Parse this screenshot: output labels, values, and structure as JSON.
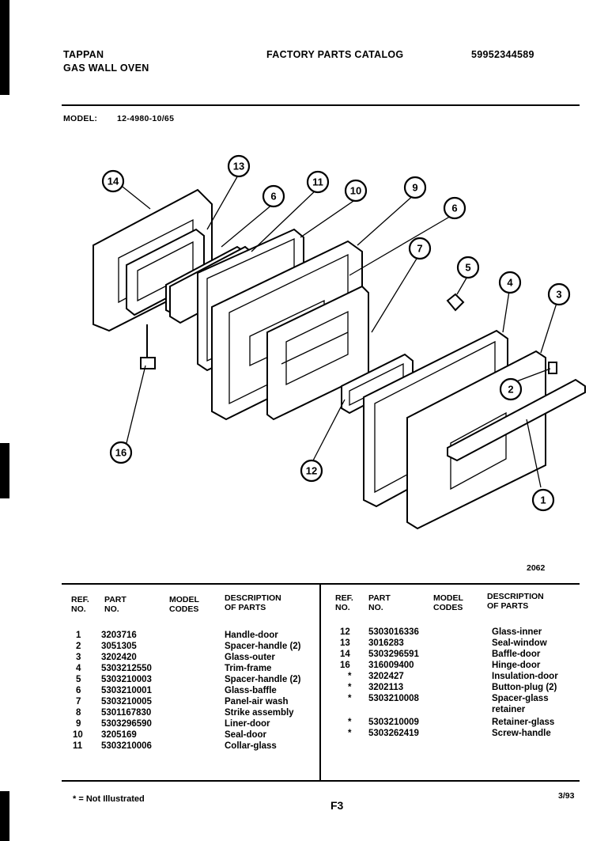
{
  "header": {
    "brand": "TAPPAN",
    "product": "GAS WALL OVEN",
    "catalog_title": "FACTORY PARTS CATALOG",
    "catalog_number": "5995234458​9",
    "model_label": "MODEL:",
    "model_number": "12-4980-10/65"
  },
  "diagram": {
    "callouts": [
      "1",
      "2",
      "3",
      "4",
      "5",
      "6",
      "6",
      "7",
      "9",
      "10",
      "11",
      "12",
      "13",
      "14",
      "16"
    ],
    "figure_number": "2062"
  },
  "table": {
    "headers": {
      "ref_no": "REF.\nNO.",
      "part_no": "PART\nNO.",
      "model_codes": "MODEL\nCODES",
      "description": "DESCRIPTION\nOF PARTS"
    },
    "left_rows": [
      {
        "ref": "1",
        "part": "3203716",
        "desc": "Handle-door"
      },
      {
        "ref": "2",
        "part": "3051305",
        "desc": "Spacer-handle  (2)"
      },
      {
        "ref": "3",
        "part": "3202420",
        "desc": "Glass-outer"
      },
      {
        "ref": "4",
        "part": "5303212550",
        "desc": "Trim-frame"
      },
      {
        "ref": "5",
        "part": "5303210003",
        "desc": "Spacer-handle  (2)"
      },
      {
        "ref": "6",
        "part": "5303210001",
        "desc": "Glass-baffle"
      },
      {
        "ref": "7",
        "part": "5303210005",
        "desc": "Panel-air  wash"
      },
      {
        "ref": "8",
        "part": "5301167830",
        "desc": "Strike  assembly"
      },
      {
        "ref": "9",
        "part": "5303296590",
        "desc": "Liner-door"
      },
      {
        "ref": "10",
        "part": "3205169",
        "desc": "Seal-door"
      },
      {
        "ref": "11",
        "part": "5303210006",
        "desc": "Collar-glass"
      }
    ],
    "right_rows": [
      {
        "ref": "12",
        "part": "5303016336",
        "desc": "Glass-inner"
      },
      {
        "ref": "13",
        "part": "3016283",
        "desc": "Seal-window"
      },
      {
        "ref": "14",
        "part": "5303296591",
        "desc": "Baffle-door"
      },
      {
        "ref": "16",
        "part": "316009400",
        "desc": "Hinge-door"
      },
      {
        "ref": "*",
        "part": "3202427",
        "desc": "Insulation-door"
      },
      {
        "ref": "*",
        "part": "3202113",
        "desc": "Button-plug  (2)"
      },
      {
        "ref": "*",
        "part": "5303210008",
        "desc": "Spacer-glass"
      },
      {
        "ref": "",
        "part": "",
        "desc": "retainer"
      },
      {
        "ref": "*",
        "part": "5303210009",
        "desc": "Retainer-glass"
      },
      {
        "ref": "*",
        "part": "5303262419",
        "desc": "Screw-handle"
      }
    ]
  },
  "footer": {
    "note": "* = Not Illustrated",
    "page_code": "F3",
    "date": "3/93"
  }
}
